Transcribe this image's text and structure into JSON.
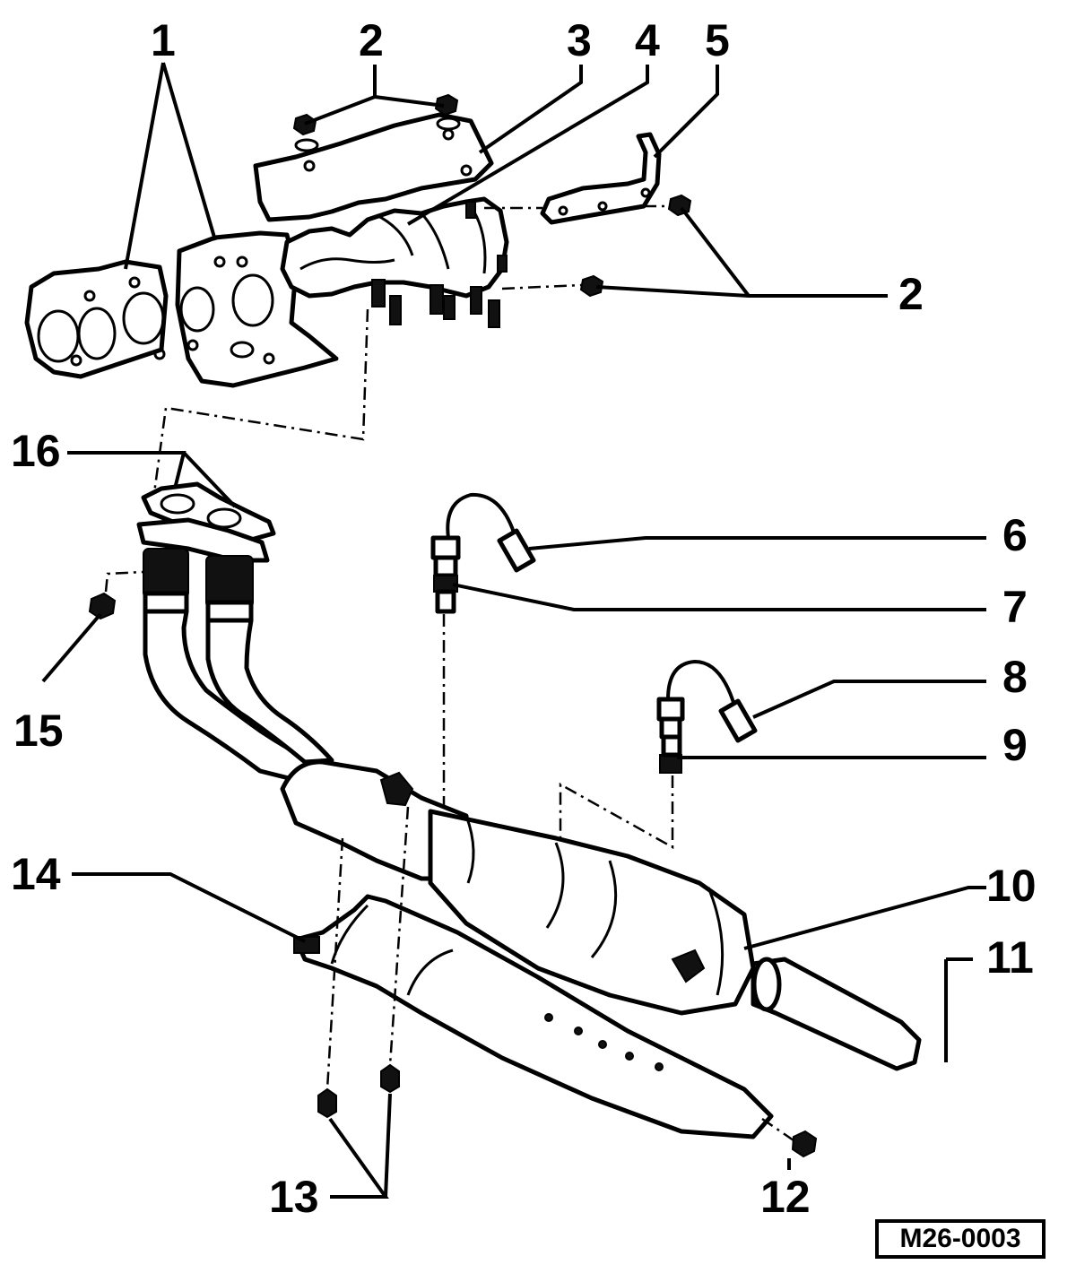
{
  "callouts": [
    {
      "id": "1",
      "label": "1"
    },
    {
      "id": "2a",
      "label": "2"
    },
    {
      "id": "3",
      "label": "3"
    },
    {
      "id": "4",
      "label": "4"
    },
    {
      "id": "5",
      "label": "5"
    },
    {
      "id": "2b",
      "label": "2"
    },
    {
      "id": "16",
      "label": "16"
    },
    {
      "id": "6",
      "label": "6"
    },
    {
      "id": "7",
      "label": "7"
    },
    {
      "id": "8",
      "label": "8"
    },
    {
      "id": "9",
      "label": "9"
    },
    {
      "id": "15",
      "label": "15"
    },
    {
      "id": "14",
      "label": "14"
    },
    {
      "id": "10",
      "label": "10"
    },
    {
      "id": "11",
      "label": "11"
    },
    {
      "id": "13",
      "label": "13"
    },
    {
      "id": "12",
      "label": "12"
    }
  ],
  "reference_code": "M26-0003",
  "colors": {
    "ink": "#000000",
    "paper": "#ffffff"
  }
}
